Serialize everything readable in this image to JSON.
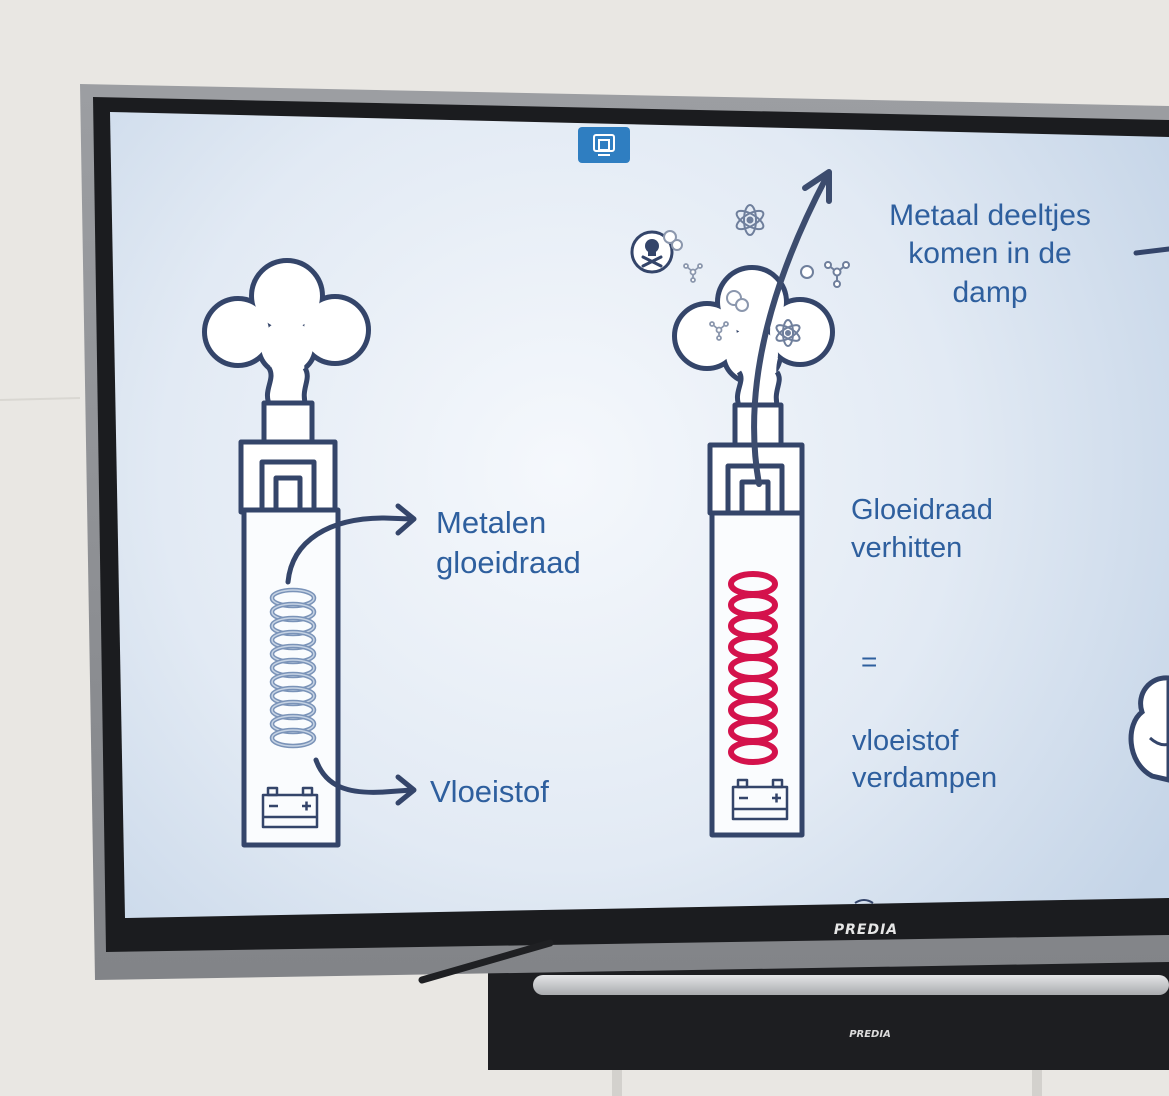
{
  "display": {
    "bezel_brand": "PREDIA",
    "soundbar_brand": "PREDIA"
  },
  "slide": {
    "toolbar_icon": "presenter-icon",
    "left_device": {
      "filament_label": [
        "Metalen",
        "gloeidraad"
      ],
      "liquid_label": "Vloeistof",
      "icons": [
        "cloud-icon",
        "coil-icon",
        "battery-icon",
        "arrow-icon"
      ]
    },
    "right_device": {
      "particles_label": [
        "Metaal deeltjes",
        "komen in de",
        "damp"
      ],
      "heating_label": [
        "Gloeidraad",
        "verhitten"
      ],
      "equals": "=",
      "evaporate_label": [
        "vloeistof",
        "verdampen"
      ],
      "icons": [
        "cloud-icon",
        "heated-coil-icon",
        "battery-icon",
        "skull-icon",
        "atom-icon",
        "molecule-icon",
        "arrow-up-icon"
      ]
    }
  },
  "colors": {
    "slide_text": "#2e5f9e",
    "outline": "#34456a",
    "cold_coil": "#7a93b8",
    "hot_coil": "#d4124c",
    "toolbar_accent": "#2f7ec1",
    "bezel": "#8d8f93",
    "screen_bg": "#e6eef7"
  }
}
